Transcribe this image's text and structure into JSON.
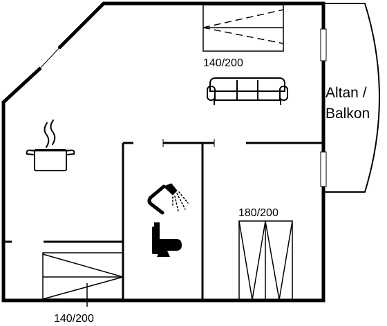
{
  "plan": {
    "labels": {
      "sofa_bed_size": "140/200",
      "double_bed_size": "180/200",
      "bunk_bed_size": "140/200",
      "balcony_line1": "Altan /",
      "balcony_line2": "Balkon"
    },
    "icons": [
      "sofa-bed-icon",
      "sofa-icon",
      "cooking-pot-icon",
      "shower-icon",
      "toilet-icon",
      "double-bed-icon",
      "bed-icon"
    ],
    "colors": {
      "walls": "#000000",
      "background": "#ffffff"
    }
  }
}
